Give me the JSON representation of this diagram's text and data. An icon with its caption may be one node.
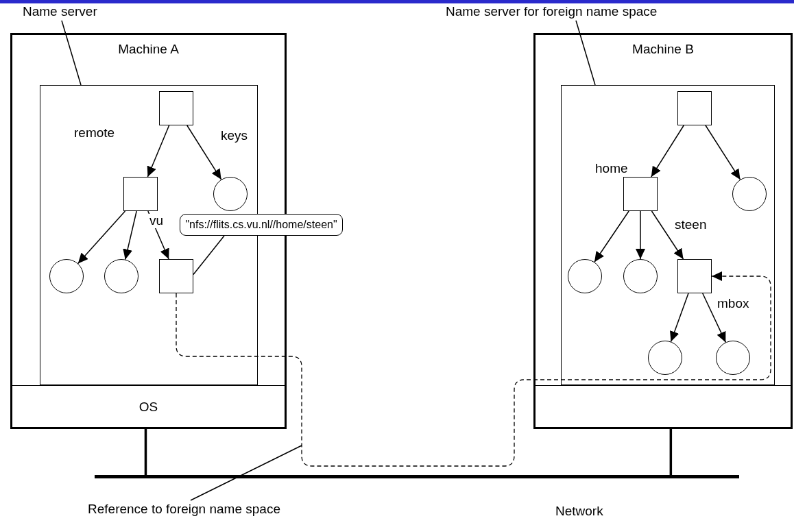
{
  "diagram": {
    "nodes": [
      {
        "text": [
          "Machine A"
        ]
      },
      {
        "text": [],
        "shape": "box",
        "in": 0
      },
      {
        "text": [
          "OS"
        ],
        "in": 0
      },
      {
        "text": [],
        "shape": "box",
        "in": 1
      },
      {
        "text": [],
        "shape": "box",
        "in": 1
      },
      {
        "text": [],
        "shape": "circle",
        "in": 1
      },
      {
        "text": [],
        "shape": "circle",
        "in": 1
      },
      {
        "text": [],
        "shape": "circle",
        "in": 1
      },
      {
        "text": [],
        "shape": "box",
        "in": 1
      },
      {
        "text": [
          "\"nfs://flits.cs.vu.nl//home/steen\""
        ]
      },
      {
        "text": [
          "Machine B"
        ]
      },
      {
        "text": [],
        "shape": "box",
        "in": 10
      },
      {
        "text": [],
        "shape": "box",
        "in": 10
      },
      {
        "text": [],
        "shape": "box",
        "in": 11
      },
      {
        "text": [],
        "shape": "box",
        "in": 11
      },
      {
        "text": [],
        "shape": "circle",
        "in": 11
      },
      {
        "text": [],
        "shape": "circle",
        "in": 11
      },
      {
        "text": [],
        "shape": "circle",
        "in": 11
      },
      {
        "text": [],
        "shape": "box",
        "in": 11
      },
      {
        "text": [],
        "shape": "circle",
        "in": 11
      },
      {
        "text": [],
        "shape": "circle",
        "in": 11
      },
      {
        "text": [
          "Name server"
        ]
      },
      {
        "text": [
          "Name server for foreign name space"
        ]
      },
      {
        "text": [
          "Reference to foreign name space"
        ]
      },
      {
        "text": [],
        "shape": "bar",
        "beside": [
          "Network"
        ]
      }
    ],
    "edges": [
      {
        "from": 3,
        "to": 4,
        "arrow": "to",
        "label": "remote"
      },
      {
        "from": 3,
        "to": 5,
        "arrow": "to",
        "label": "keys"
      },
      {
        "from": 4,
        "to": 6,
        "arrow": "to"
      },
      {
        "from": 4,
        "to": 7,
        "arrow": "to"
      },
      {
        "from": 4,
        "to": 8,
        "arrow": "to",
        "label": "vu"
      },
      {
        "from": 8,
        "to": 9,
        "arrow": "none"
      },
      {
        "from": 8,
        "to": 18,
        "arrow": "to",
        "style": "dashed"
      },
      {
        "from": 13,
        "to": 14,
        "arrow": "to",
        "label": "home"
      },
      {
        "from": 13,
        "to": 15,
        "arrow": "to"
      },
      {
        "from": 14,
        "to": 16,
        "arrow": "to"
      },
      {
        "from": 14,
        "to": 17,
        "arrow": "to"
      },
      {
        "from": 14,
        "to": 18,
        "arrow": "to",
        "label": "steen"
      },
      {
        "from": 18,
        "to": 19,
        "arrow": "to"
      },
      {
        "from": 18,
        "to": 20,
        "arrow": "to",
        "label": "mbox"
      },
      {
        "from": 21,
        "to": 1,
        "arrow": "none"
      },
      {
        "from": 22,
        "to": 11,
        "arrow": "none"
      },
      {
        "from": 23,
        "to": null,
        "arrow": "none"
      },
      {
        "from": 0,
        "to": 24,
        "arrow": "none",
        "style": "thick"
      },
      {
        "from": 10,
        "to": 24,
        "arrow": "none",
        "style": "thick"
      }
    ]
  }
}
